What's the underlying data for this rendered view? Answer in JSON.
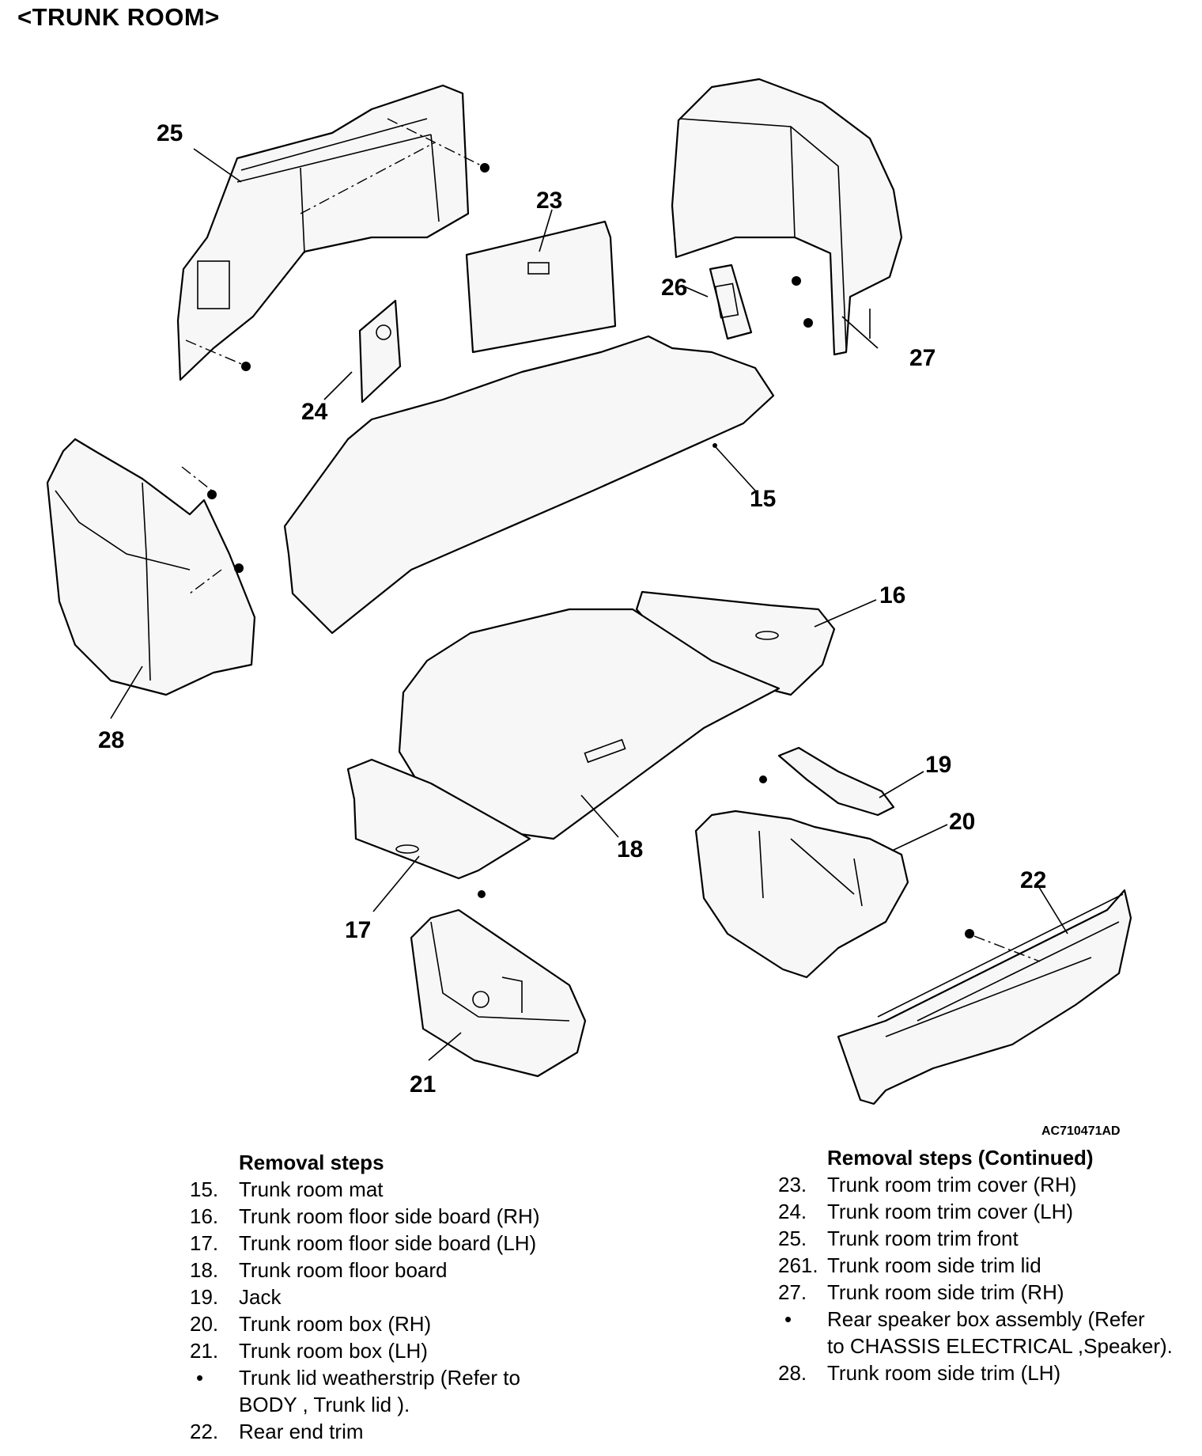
{
  "title": "<TRUNK ROOM>",
  "figure_id": "AC710471AD",
  "callouts": {
    "c15": "15",
    "c16": "16",
    "c17": "17",
    "c18": "18",
    "c19": "19",
    "c20": "20",
    "c21": "21",
    "c22": "22",
    "c23": "23",
    "c24": "24",
    "c25": "25",
    "c26": "26",
    "c27": "27",
    "c28": "28"
  },
  "removal_steps": {
    "heading": "Removal steps",
    "items": [
      {
        "num": "15.",
        "text": "Trunk room mat"
      },
      {
        "num": "16.",
        "text": "Trunk room floor side board (RH)"
      },
      {
        "num": "17.",
        "text": "Trunk room floor side board (LH)"
      },
      {
        "num": "18.",
        "text": "Trunk room floor board"
      },
      {
        "num": "19.",
        "text": "Jack"
      },
      {
        "num": "20.",
        "text": "Trunk room box (RH)"
      },
      {
        "num": "21.",
        "text": "Trunk room box (LH)"
      },
      {
        "num": "•",
        "text": "Trunk lid weatherstrip (Refer to",
        "text2": "BODY , Trunk lid )."
      },
      {
        "num": "22.",
        "text": "Rear end trim"
      }
    ]
  },
  "removal_steps_continued": {
    "heading": "Removal steps (Continued)",
    "items": [
      {
        "num": "23.",
        "text": "Trunk room trim cover (RH)"
      },
      {
        "num": "24.",
        "text": "Trunk room trim cover (LH)"
      },
      {
        "num": "25.",
        "text": "Trunk room trim front"
      },
      {
        "num": "261.",
        "text": "Trunk room side trim lid"
      },
      {
        "num": "27.",
        "text": "Trunk room side trim (RH)"
      },
      {
        "num": "•",
        "text": "Rear speaker box assembly (Refer",
        "text2": "to CHASSIS ELECTRICAL ,Speaker)."
      },
      {
        "num": "28.",
        "text": "Trunk room side trim (LH)"
      }
    ]
  }
}
